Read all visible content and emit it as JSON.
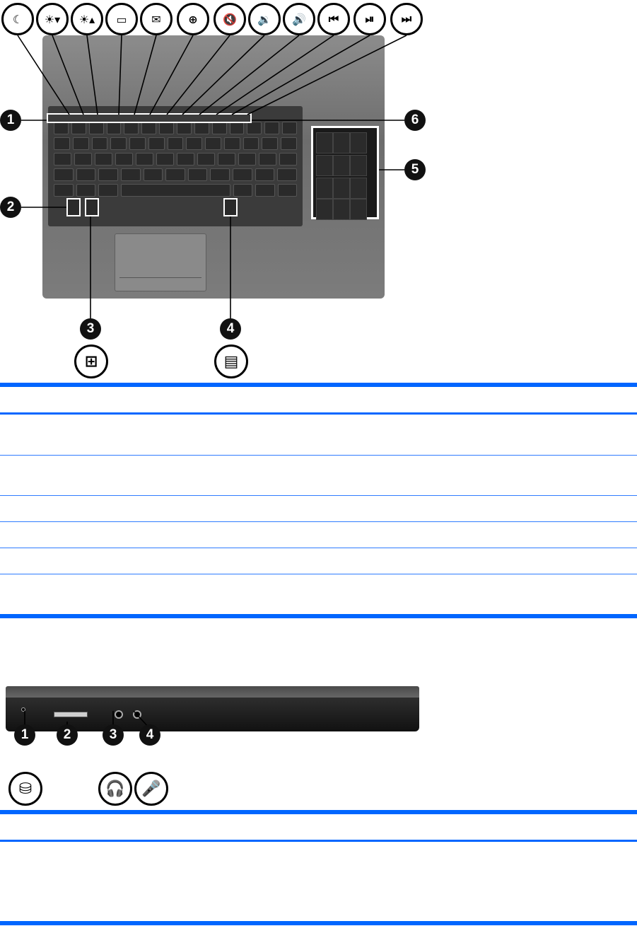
{
  "keyboard_figure": {
    "function_icons": [
      {
        "name": "sleep-icon",
        "glyph": "☾"
      },
      {
        "name": "brightness-down-icon",
        "glyph": "☀▾"
      },
      {
        "name": "brightness-up-icon",
        "glyph": "☀▴"
      },
      {
        "name": "display-switch-icon",
        "glyph": "▭"
      },
      {
        "name": "email-icon",
        "glyph": "✉"
      },
      {
        "name": "web-browser-icon",
        "glyph": "⊕"
      },
      {
        "name": "mute-icon",
        "glyph": "🔇"
      },
      {
        "name": "volume-down-icon",
        "glyph": "🔉"
      },
      {
        "name": "volume-up-icon",
        "glyph": "🔊"
      },
      {
        "name": "previous-track-icon",
        "glyph": "⏮"
      },
      {
        "name": "play-pause-icon",
        "glyph": "⏯"
      },
      {
        "name": "next-track-icon",
        "glyph": "⏭"
      }
    ],
    "callouts": {
      "c1": "1",
      "c2": "2",
      "c3": "3",
      "c4": "4",
      "c5": "5",
      "c6": "6"
    },
    "bottom_icons": [
      {
        "name": "windows-logo-icon",
        "glyph": "⊞"
      },
      {
        "name": "applications-key-icon",
        "glyph": "▤"
      }
    ]
  },
  "front_figure": {
    "callouts": {
      "c1": "1",
      "c2": "2",
      "c3": "3",
      "c4": "4"
    },
    "icons": [
      {
        "name": "drive-light-icon",
        "glyph": "⛁"
      },
      {
        "name": "headphones-icon",
        "glyph": "🎧"
      },
      {
        "name": "microphone-icon",
        "glyph": "🎤"
      }
    ]
  },
  "colors": {
    "rule_blue": "#0066ff"
  }
}
